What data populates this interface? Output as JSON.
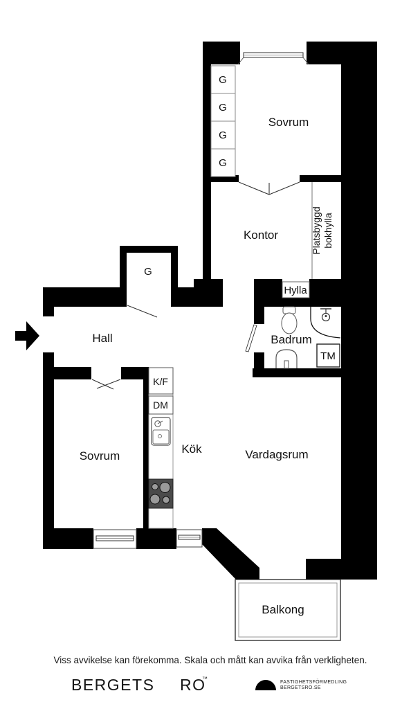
{
  "plan": {
    "rooms": {
      "sovrum_top": "Sovrum",
      "kontor": "Kontor",
      "hall": "Hall",
      "badrum": "Badrum",
      "sovrum_bottom": "Sovrum",
      "kok": "Kök",
      "vardagsrum": "Vardagsrum",
      "balkong": "Balkong"
    },
    "fixtures": {
      "closets": [
        "G",
        "G",
        "G",
        "G"
      ],
      "hall_closet": "G",
      "fridge_freezer": "K/F",
      "dishwasher": "DM",
      "washing_machine": "TM",
      "shelf": "Hylla",
      "bookshelf_line1": "Platsbyggd",
      "bookshelf_line2": "bokhylla"
    }
  },
  "footer": {
    "disclaimer": "Viss avvikelse kan förekomma. Skala och mått kan avvika från verkligheten.",
    "brand_left": "BERGETS",
    "brand_right": "RO",
    "trademark": "™",
    "logo_line1": "FASTIGHETSFÖRMEDLING",
    "logo_line2": "BERGETSRO.SE"
  },
  "colors": {
    "wall": "#000000",
    "fixture_line": "#4d4d4d",
    "stove_bg": "#4a4a4a"
  }
}
